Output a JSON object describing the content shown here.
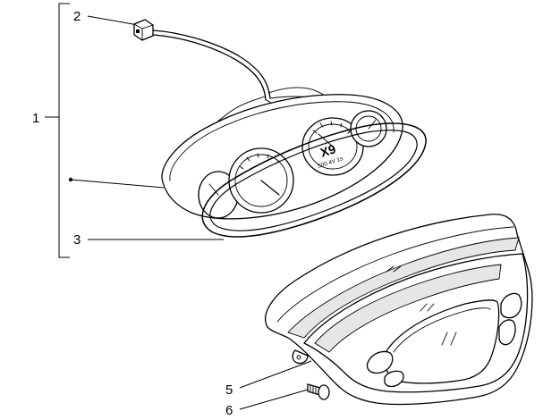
{
  "diagram": {
    "callouts": [
      {
        "id": "1",
        "label": "1"
      },
      {
        "id": "2",
        "label": "2"
      },
      {
        "id": "3",
        "label": "3"
      },
      {
        "id": "5",
        "label": "5"
      },
      {
        "id": "6",
        "label": "6"
      }
    ],
    "dial_logo": "X9",
    "dial_subtext": "500 4V 1s"
  }
}
